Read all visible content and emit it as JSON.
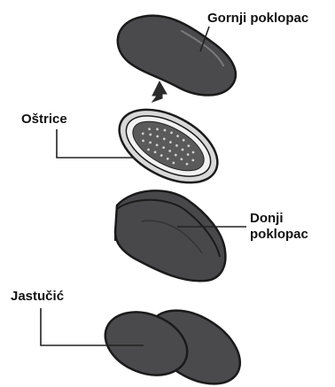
{
  "parts": {
    "top_cover": "Gornji poklopac",
    "blades": "Oštrice",
    "bottom_cover_line1": "Donji",
    "bottom_cover_line2": "poklopac",
    "pad": "Jastučić"
  },
  "colors": {
    "part_fill": "#4a4a4c",
    "part_outline": "#1a1a1a",
    "blade_ring": "#e8e8e8",
    "blade_teeth": "#555555",
    "leader_line": "#222222",
    "text": "#111111"
  }
}
